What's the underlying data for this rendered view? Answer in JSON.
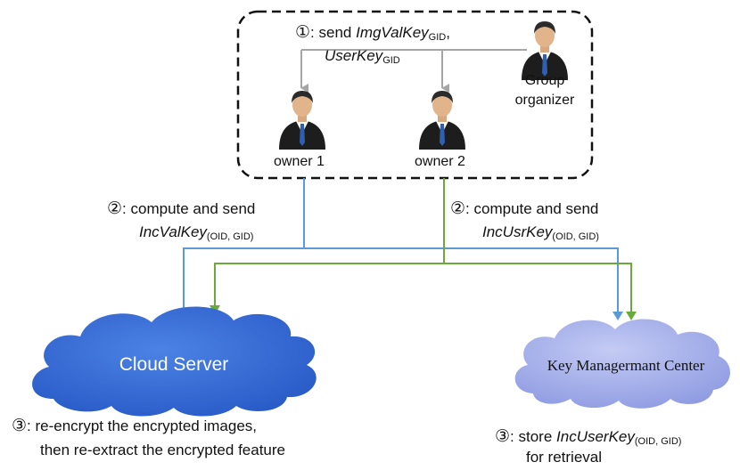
{
  "group": {
    "organizer_line1": "Group",
    "organizer_line2": "organizer",
    "owner1": "owner 1",
    "owner2": "owner 2"
  },
  "step1": {
    "num": "①",
    "prefix": ": send ",
    "key1": "ImgValKey",
    "key1_sub": "GID",
    "comma": ",",
    "key2": "UserKey",
    "key2_sub": "GID"
  },
  "step2_left": {
    "num": "②",
    "text": ": compute and send",
    "key": "IncValKey",
    "key_sub": "(OID, GID)"
  },
  "step2_right": {
    "num": "②",
    "text": ": compute and send",
    "key": "IncUsrKey",
    "key_sub": "(OID, GID)"
  },
  "cloud": {
    "label": "Cloud Server"
  },
  "kmc": {
    "label": "Key Managermant Center"
  },
  "step3_left": {
    "num": "③",
    "line1": ": re-encrypt the encrypted images,",
    "line2": "then re-extract the encrypted feature"
  },
  "step3_right": {
    "num": "③",
    "prefix": ": store ",
    "key": "IncUserKey",
    "key_sub": "(OID, GID)",
    "line2": "for retrieval"
  },
  "colors": {
    "blue_line": "#5b9bd5",
    "green_line": "#6aaa3a",
    "gray_line": "#a6a6a6",
    "cloud_fill": "#3a6fd8",
    "kmc_fill": "#aab4ea",
    "person_suit": "#1c1c1c",
    "person_tie": "#2e5fb0"
  },
  "icons": [
    "person-icon"
  ]
}
